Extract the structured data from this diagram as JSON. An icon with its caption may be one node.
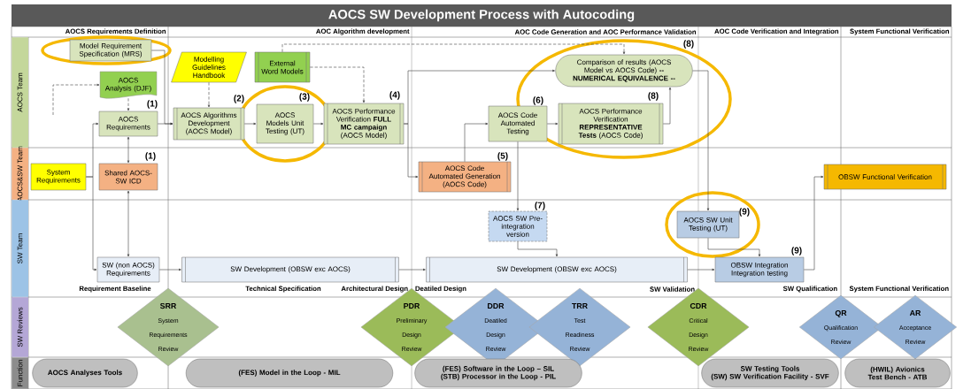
{
  "diagram": {
    "title": "AOCS SW Development Process with Autocoding",
    "nodes": [
      {
        "text": [
          "Model Requirement Specification (MRS)"
        ]
      },
      {
        "text": [
          "Modelling Guidelines Handbook"
        ]
      },
      {
        "text": [
          "External Word Models"
        ]
      },
      {
        "text": [
          "AOCS Analysis (DJF)"
        ]
      },
      {
        "text": [
          "AOCS Requirements"
        ],
        "beside": [
          "(1)"
        ]
      },
      {
        "text": [
          "AOCS Algorithms Development (AOCS Model)"
        ],
        "beside": [
          "(2)"
        ]
      },
      {
        "text": [
          "AOCS Models Unit Testing (UT)"
        ],
        "beside": [
          "(3)"
        ]
      },
      {
        "text": [
          "AOCS Performance Verification **FULL MC campaign** (AOCS Model)"
        ],
        "beside": [
          "(4)"
        ]
      },
      {
        "text": [
          "Comparison of results (AOCS Model vs AOCS Code) **-- NUMERICAL EQUIVALENCE --**"
        ],
        "beside": [
          "(8)"
        ]
      },
      {
        "text": [
          "AOCS Code Automated Testing"
        ],
        "beside": [
          "(6)"
        ]
      },
      {
        "text": [
          "AOCS Performance Verification **REPRESENTATIVE Tests** (AOCS Code)"
        ],
        "beside": [
          "(8)"
        ]
      },
      {
        "text": [
          "System Requirements"
        ]
      },
      {
        "text": [
          "Shared AOCS-SW ICD"
        ],
        "beside": [
          "(1)"
        ]
      },
      {
        "text": [
          "AOCS Code Automated Generation (AOCS Code)"
        ],
        "beside": [
          "(5)"
        ]
      },
      {
        "text": [
          "OBSW Functional Verification"
        ]
      },
      {
        "text": [
          "AOCS SW Pre-integration version"
        ],
        "beside": [
          "(7)"
        ]
      },
      {
        "text": [
          "AOCS SW Unit Testing (UT)"
        ],
        "beside": [
          "(9)"
        ]
      },
      {
        "text": [
          "SW (non AOCS) Requirements"
        ]
      },
      {
        "text": [
          "SW Development (OBSW exc AOCS)"
        ]
      },
      {
        "text": [
          "SW Development (OBSW exc AOCS)"
        ]
      },
      {
        "text": [
          "OBSW Integration Integration testing"
        ],
        "beside": [
          "(9)"
        ]
      },
      {
        "text": [
          "SRR",
          "System Requirements Review"
        ]
      },
      {
        "text": [
          "PDR",
          "Preliminary Design Review"
        ]
      },
      {
        "text": [
          "DDR",
          "Deatiled Design Review"
        ]
      },
      {
        "text": [
          "TRR",
          "Test Readiness Review"
        ]
      },
      {
        "text": [
          "CDR",
          "Critical Design Review"
        ]
      },
      {
        "text": [
          "QR",
          "Qualification Review"
        ]
      },
      {
        "text": [
          "AR",
          "Acceptance Review"
        ]
      },
      {
        "text": [
          "AOCS Analyses Tools"
        ]
      },
      {
        "text": [
          "(FES) Model in the Loop - MIL"
        ]
      },
      {
        "text": [
          "(FES) Software in the Loop – SIL",
          "(STB) Processor in the Loop - PIL"
        ]
      },
      {
        "text": [
          "SW Testing Tools",
          "(SW) SW Verification Facility - SVF"
        ]
      },
      {
        "text": [
          "(HWIL) Avionics Test Bench - ATB"
        ]
      }
    ],
    "edges": [
      {
        "from": 0,
        "to": 5,
        "arrow": "to"
      },
      {
        "from": 4,
        "to": 5,
        "arrow": "to"
      },
      {
        "from": 3,
        "to": 4,
        "arrow": "to",
        "style": "dashed"
      },
      {
        "from": null,
        "to": 3,
        "arrow": "to",
        "style": "dashed"
      },
      {
        "from": 1,
        "to": 5,
        "arrow": "to",
        "style": "dashed"
      },
      {
        "from": 5,
        "to": 6,
        "arrow": "to"
      },
      {
        "from": 6,
        "to": 7,
        "arrow": "to"
      },
      {
        "from": 2,
        "to": 7,
        "arrow": "to",
        "style": "dashed"
      },
      {
        "from": 2,
        "to": 8,
        "arrow": "to",
        "style": "dashed"
      },
      {
        "from": 7,
        "to": 8,
        "arrow": "to"
      },
      {
        "from": 7,
        "to": 13,
        "arrow": "to"
      },
      {
        "from": 13,
        "to": 9,
        "arrow": "to"
      },
      {
        "from": 9,
        "to": 10,
        "arrow": "to"
      },
      {
        "from": 10,
        "to": 8,
        "arrow": "to"
      },
      {
        "from": 9,
        "to": 15,
        "arrow": "to"
      },
      {
        "from": 15,
        "to": 19,
        "arrow": "to"
      },
      {
        "from": 8,
        "to": 16,
        "arrow": "to"
      },
      {
        "from": 16,
        "to": 20,
        "arrow": "to"
      },
      {
        "from": 19,
        "to": 20,
        "arrow": "to"
      },
      {
        "from": 20,
        "to": 14,
        "arrow": "to"
      },
      {
        "from": 11,
        "to": 4,
        "arrow": "to"
      },
      {
        "from": 11,
        "to": 17,
        "arrow": "to"
      },
      {
        "from": 4,
        "to": 12,
        "arrow": "both"
      },
      {
        "from": 12,
        "to": 17,
        "arrow": "both"
      },
      {
        "from": 17,
        "to": 18,
        "arrow": "to"
      },
      {
        "from": 18,
        "to": 19,
        "arrow": "to"
      }
    ],
    "labels": [
      "AOCS Requirements Definition",
      "AOC Algorithm development",
      "AOC Code Generation and AOC Performance Validation",
      "AOC Code Verification and Integration",
      "System Functional Verification",
      "AOCS Team",
      "AOCS&SW Team",
      "SW Team",
      "SW Reviews",
      "Function",
      "Requirement Baseline",
      "Technical Specification",
      "Architectural Design",
      "Deatiled Design",
      "SW Validation",
      "SW Qualification",
      "System Functional Verification"
    ]
  }
}
